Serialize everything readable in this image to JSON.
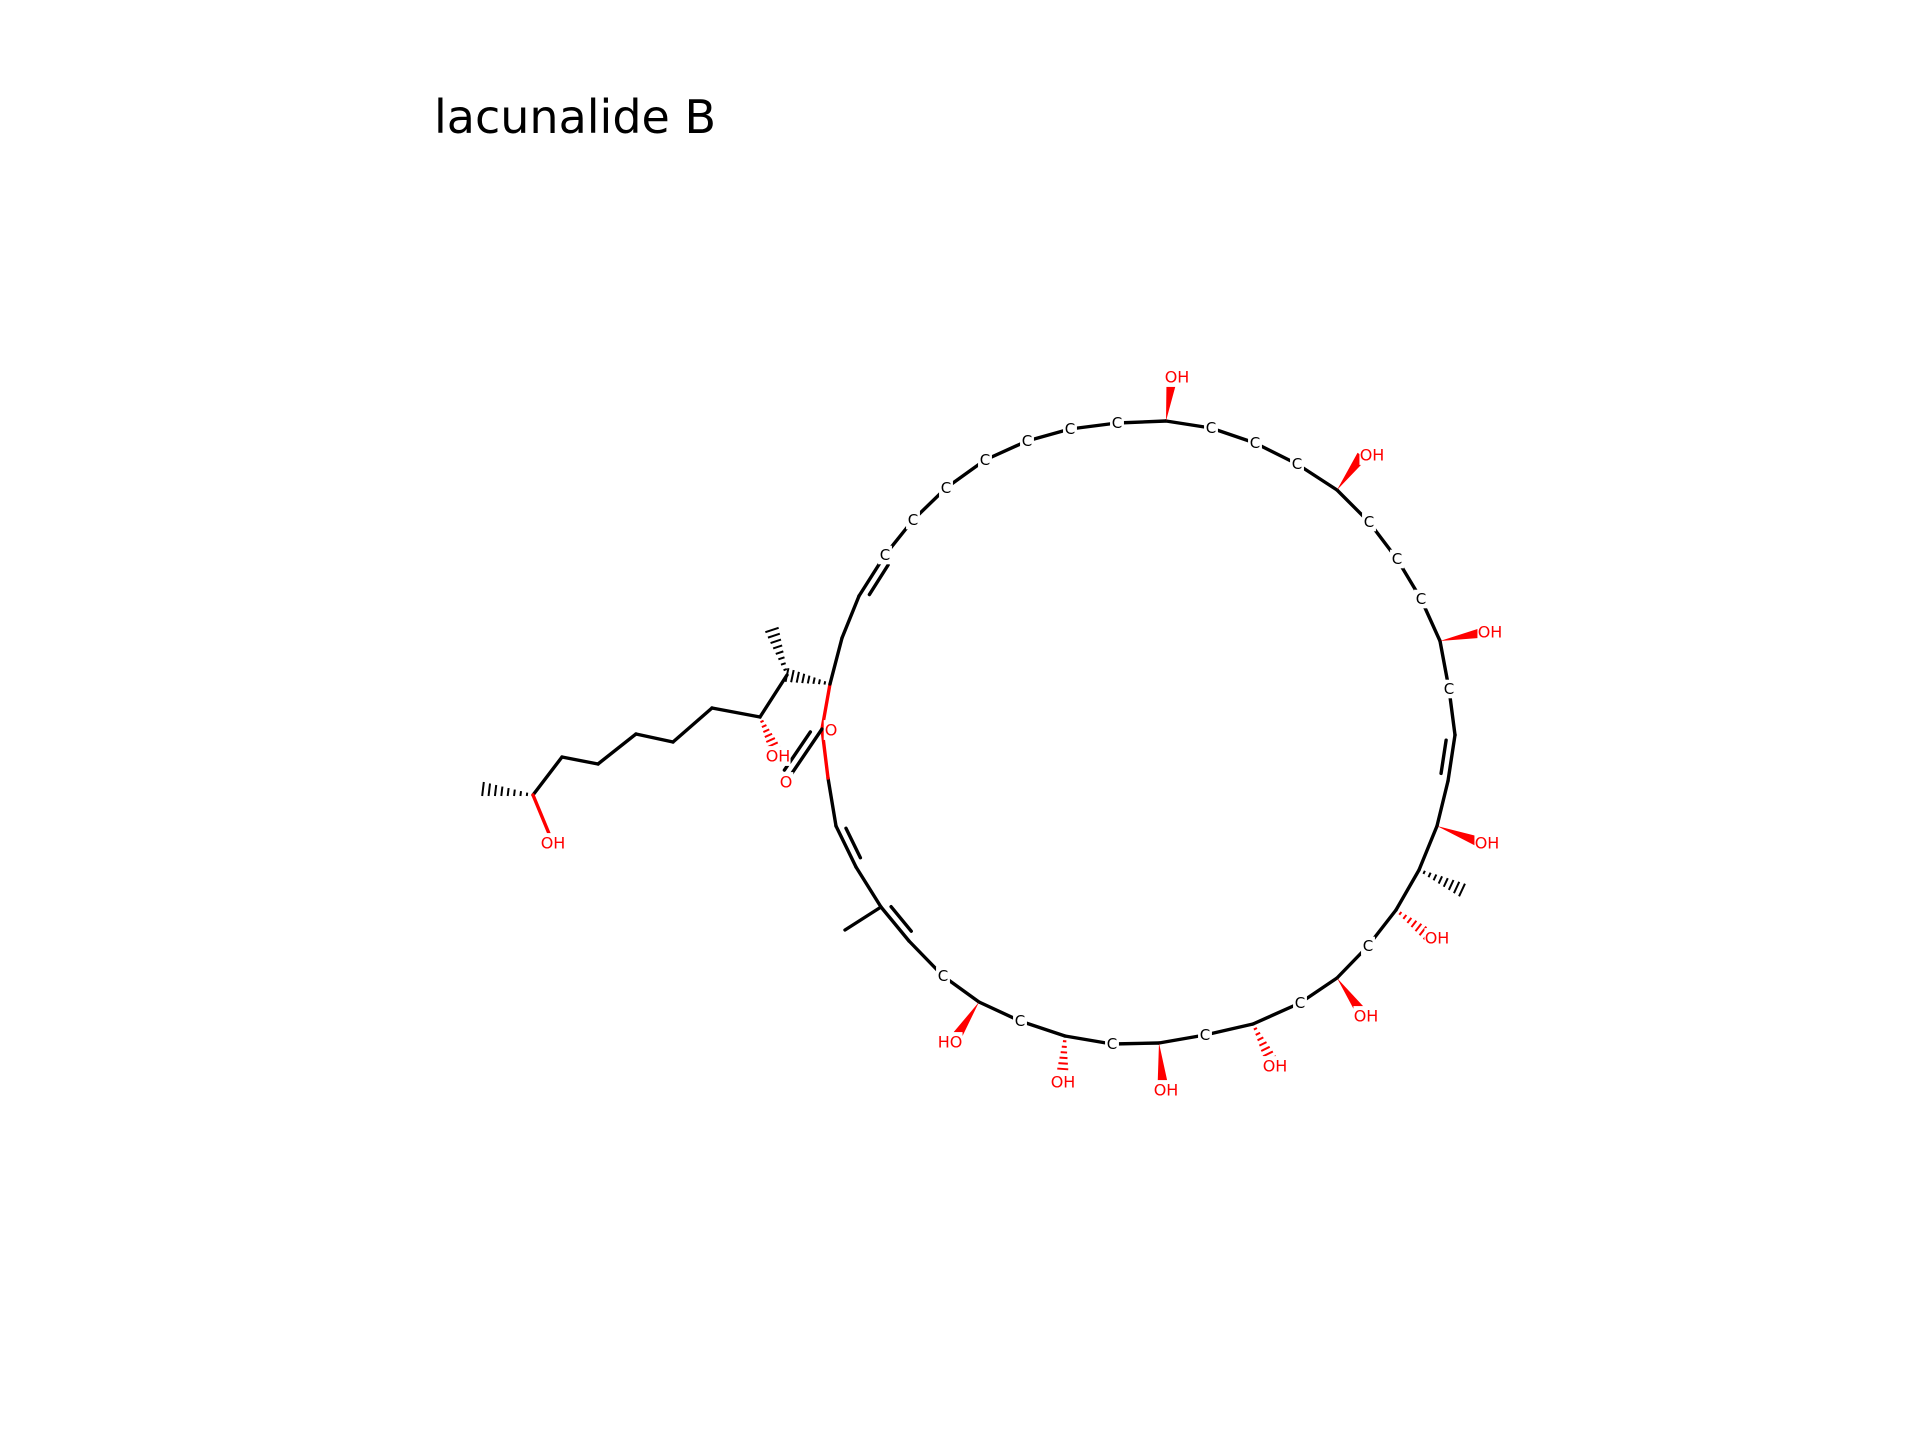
{
  "title": "lacunalide B",
  "colors": {
    "bond": "#000000",
    "oxygen": "#ff0000",
    "carbon_label": "#000000",
    "background": "#ffffff"
  },
  "labels": {
    "carbon": "C",
    "hydroxyl": "OH",
    "hydroxyl_left": "HO",
    "ring_oxygen": "O",
    "carbonyl_oxygen": "O"
  }
}
